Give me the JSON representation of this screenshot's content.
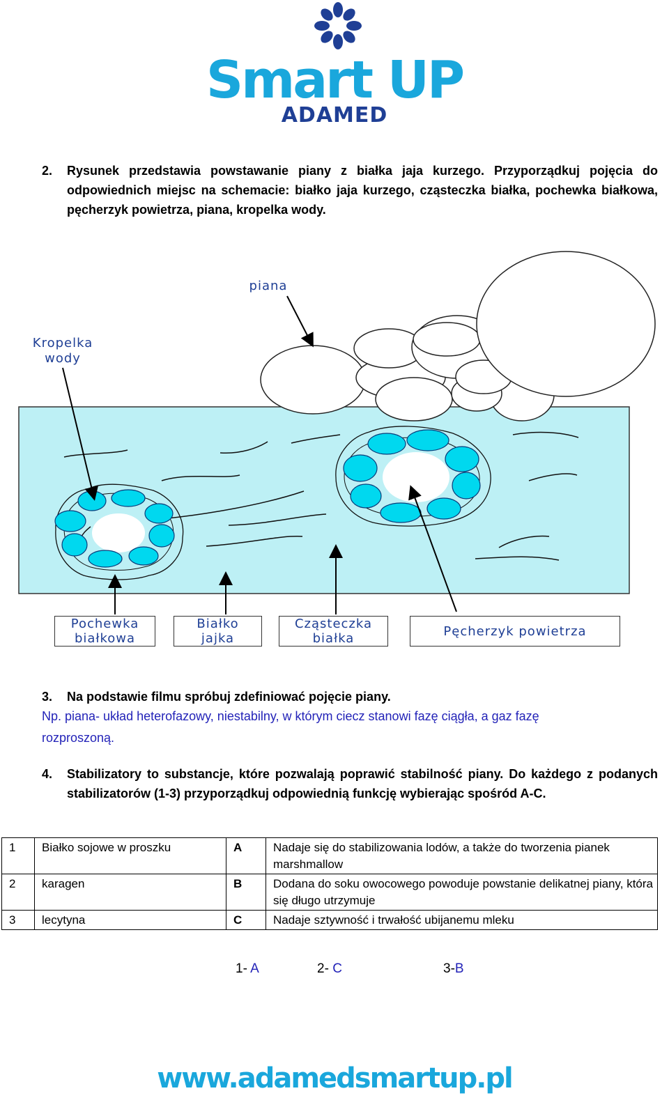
{
  "logo": {
    "brand": "Smart UP",
    "sub": "ADAMED"
  },
  "q2": {
    "num": "2.",
    "text": "Rysunek przedstawia powstawanie piany z białka jaja kurzego. Przyporządkuj pojęcia do odpowiednich miejsc na schemacie: białko jaja kurzego, cząsteczka białka, pochewka białkowa, pęcherzyk powietrza, piana, kropelka wody."
  },
  "diagram": {
    "label_piana": "piana",
    "label_kropelka_1": "Kropelka",
    "label_kropelka_2": "wody",
    "box_pochewka_1": "Pochewka",
    "box_pochewka_2": "białkowa",
    "box_bialko_1": "Białko",
    "box_bialko_2": "jajka",
    "box_czasteczka_1": "Cząsteczka",
    "box_czasteczka_2": "białka",
    "box_pecherzyk": "Pęcherzyk powietrza",
    "colors": {
      "water": "#bdf0f5",
      "protein": "#00d8ef",
      "bubble": "#ffffff",
      "line": "#000000"
    }
  },
  "q3": {
    "num": "3.",
    "text": "Na podstawie filmu spróbuj zdefiniować pojęcie piany.",
    "answer_line1": "Np. piana- układ heterofazowy, niestabilny, w którym ciecz stanowi fazę ciągła, a gaz fazę",
    "answer_line2": "rozproszoną."
  },
  "q4": {
    "num": "4.",
    "text": "Stabilizatory to substancje, które pozwalają poprawić stabilność piany. Do każdego z podanych stabilizatorów (1-3) przyporządkuj odpowiednią funkcję wybierając spośród A-C."
  },
  "table": [
    {
      "n": "1",
      "name": "Białko sojowe w proszku",
      "letter": "A",
      "desc": "Nadaje się do stabilizowania lodów, a także do tworzenia pianek marshmallow"
    },
    {
      "n": "2",
      "name": "karagen",
      "letter": "B",
      "desc": "Dodana do soku owocowego powoduje powstanie delikatnej piany, która się długo utrzymuje"
    },
    {
      "n": "3",
      "name": "lecytyna",
      "letter": "C",
      "desc": "Nadaje sztywność i trwałość ubijanemu mleku"
    }
  ],
  "answers": {
    "a1_prefix": "1-",
    "a1_value": "A",
    "a2_prefix": "2-",
    "a2_value": "C",
    "a3_prefix": "3-",
    "a3_value": "B"
  },
  "footer": {
    "url": "www.adamedsmartup.pl"
  }
}
